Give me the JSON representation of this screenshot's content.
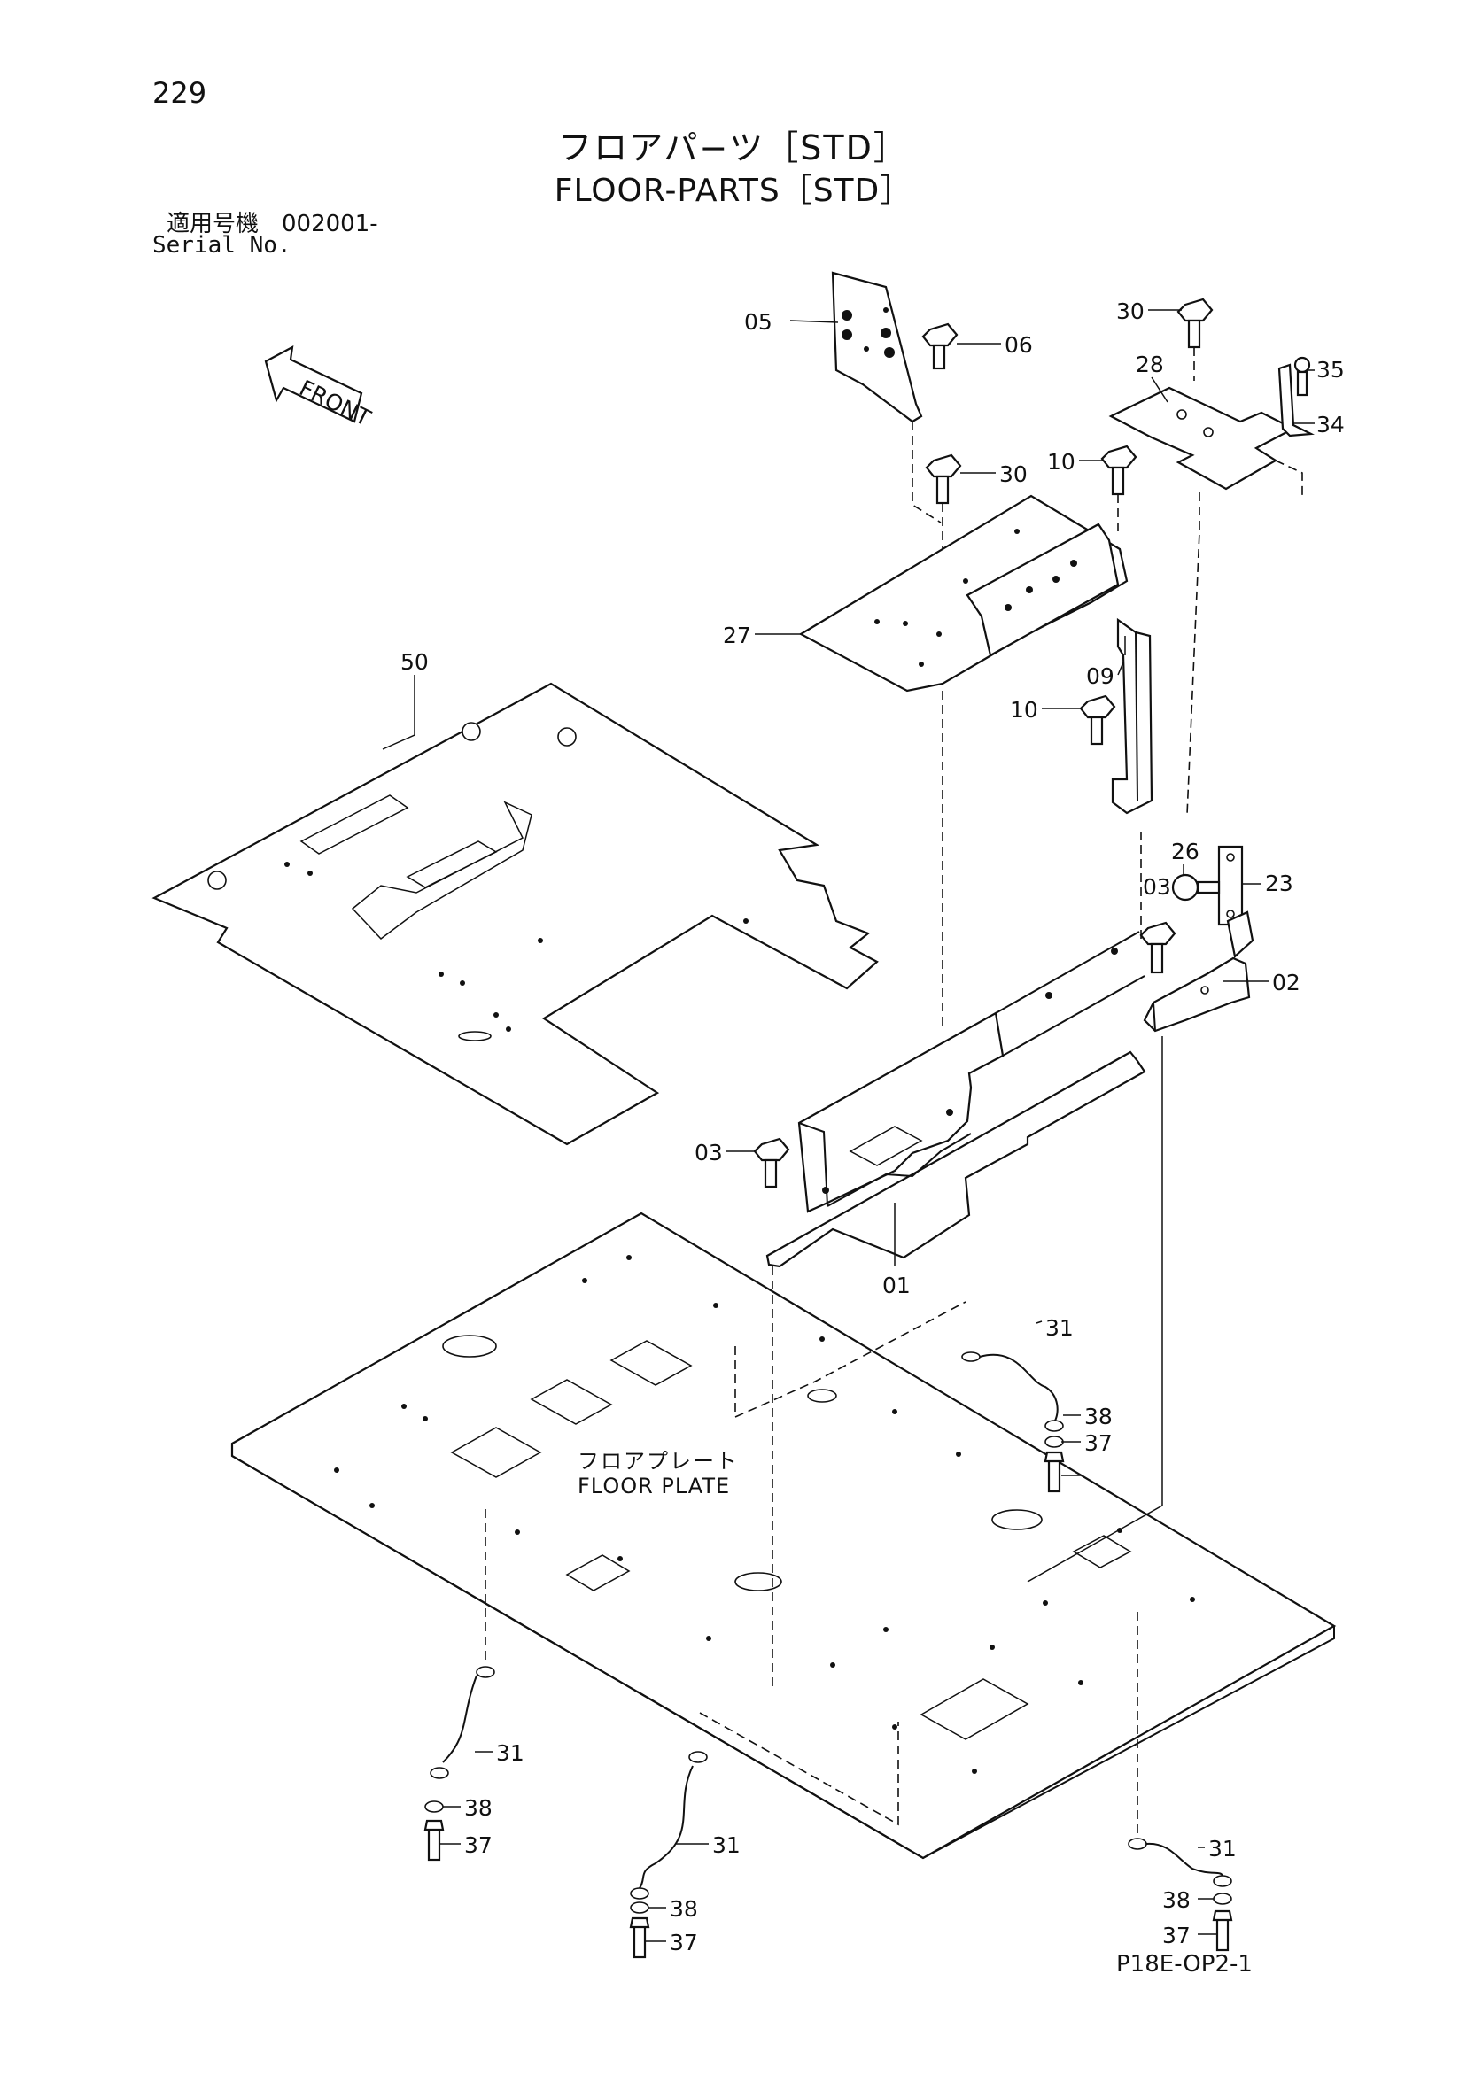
{
  "page_number": "229",
  "title_jp": "フロアパ−ツ［STD］",
  "title_en": "FLOOR-PARTS［STD］",
  "serial_jp": "適用号機　002001-",
  "serial_en": "Serial No.",
  "front_label": "FRONT",
  "plate_label_jp": "フロアプレート",
  "plate_label_en": "FLOOR PLATE",
  "drawing_code": "P18E-OP2-1",
  "callouts": {
    "c05": "05",
    "c06": "06",
    "c30a": "30",
    "c28": "28",
    "c35": "35",
    "c34": "34",
    "c30b": "30",
    "c10a": "10",
    "c27": "27",
    "c09": "09",
    "c10b": "10",
    "c50": "50",
    "c26": "26",
    "c03a": "03",
    "c23": "23",
    "c02": "02",
    "c03b": "03",
    "c01": "01",
    "c31a": "31",
    "c38a": "38",
    "c37a": "37",
    "c31b": "31",
    "c38b": "38",
    "c37b": "37",
    "c31c": "31",
    "c38c": "38",
    "c37c": "37",
    "c31d": "31",
    "c38d": "38",
    "c37d": "37"
  }
}
